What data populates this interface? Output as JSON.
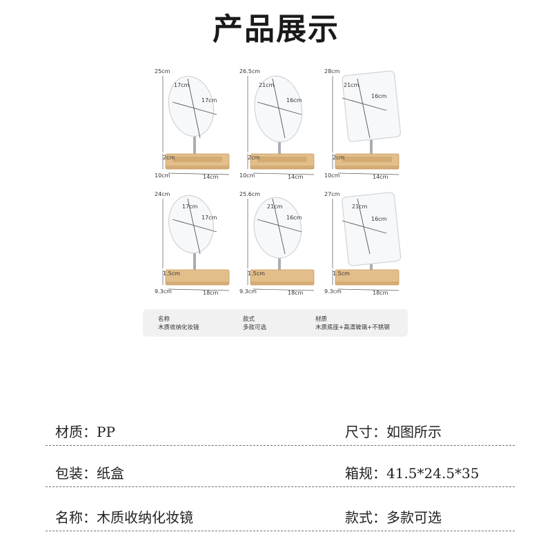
{
  "title": "产品展示",
  "mirrors": [
    {
      "shape": "round",
      "height": "25cm",
      "mirror_w": "17cm",
      "mirror_h": "17cm",
      "base_height": "2cm",
      "base_depth": "10cm",
      "base_width": "14cm"
    },
    {
      "shape": "oval",
      "height": "26.5cm",
      "mirror_w": "21cm",
      "mirror_h": "16cm",
      "base_height": "2cm",
      "base_depth": "10cm",
      "base_width": "14cm"
    },
    {
      "shape": "rect",
      "height": "28cm",
      "mirror_w": "21cm",
      "mirror_h": "16cm",
      "base_height": "2cm",
      "base_depth": "10cm",
      "base_width": "14cm"
    },
    {
      "shape": "round",
      "height": "24cm",
      "mirror_w": "17cm",
      "mirror_h": "17cm",
      "base_height": "1.5cm",
      "base_depth": "9.3cm",
      "base_width": "18cm"
    },
    {
      "shape": "oval",
      "height": "25.6cm",
      "mirror_w": "21cm",
      "mirror_h": "16cm",
      "base_height": "1.5cm",
      "base_depth": "9.3cm",
      "base_width": "18cm"
    },
    {
      "shape": "rect",
      "height": "27cm",
      "mirror_w": "21cm",
      "mirror_h": "16cm",
      "base_height": "1.5cm",
      "base_depth": "9.3cm",
      "base_width": "18cm"
    }
  ],
  "spec_card": {
    "name_label": "名称",
    "name_value": "木质收纳化妆镜",
    "style_label": "款式",
    "style_value": "多款可选",
    "material_label": "材质",
    "material_value": "木质底座+高清玻璃+不锈钢"
  },
  "info": [
    {
      "left": "材质：PP",
      "right": "尺寸：如图所示"
    },
    {
      "left": "包装：纸盒",
      "right": "箱规：41.5*24.5*35"
    },
    {
      "left": "名称：木质收纳化妆镜",
      "right": "款式：多款可选"
    }
  ],
  "colors": {
    "wood": "#e2be8a",
    "wood_dark": "#c99a5f",
    "glass": "#f7f8fa",
    "glass_edge": "#cfd3d8",
    "dim_line": "#555555"
  }
}
